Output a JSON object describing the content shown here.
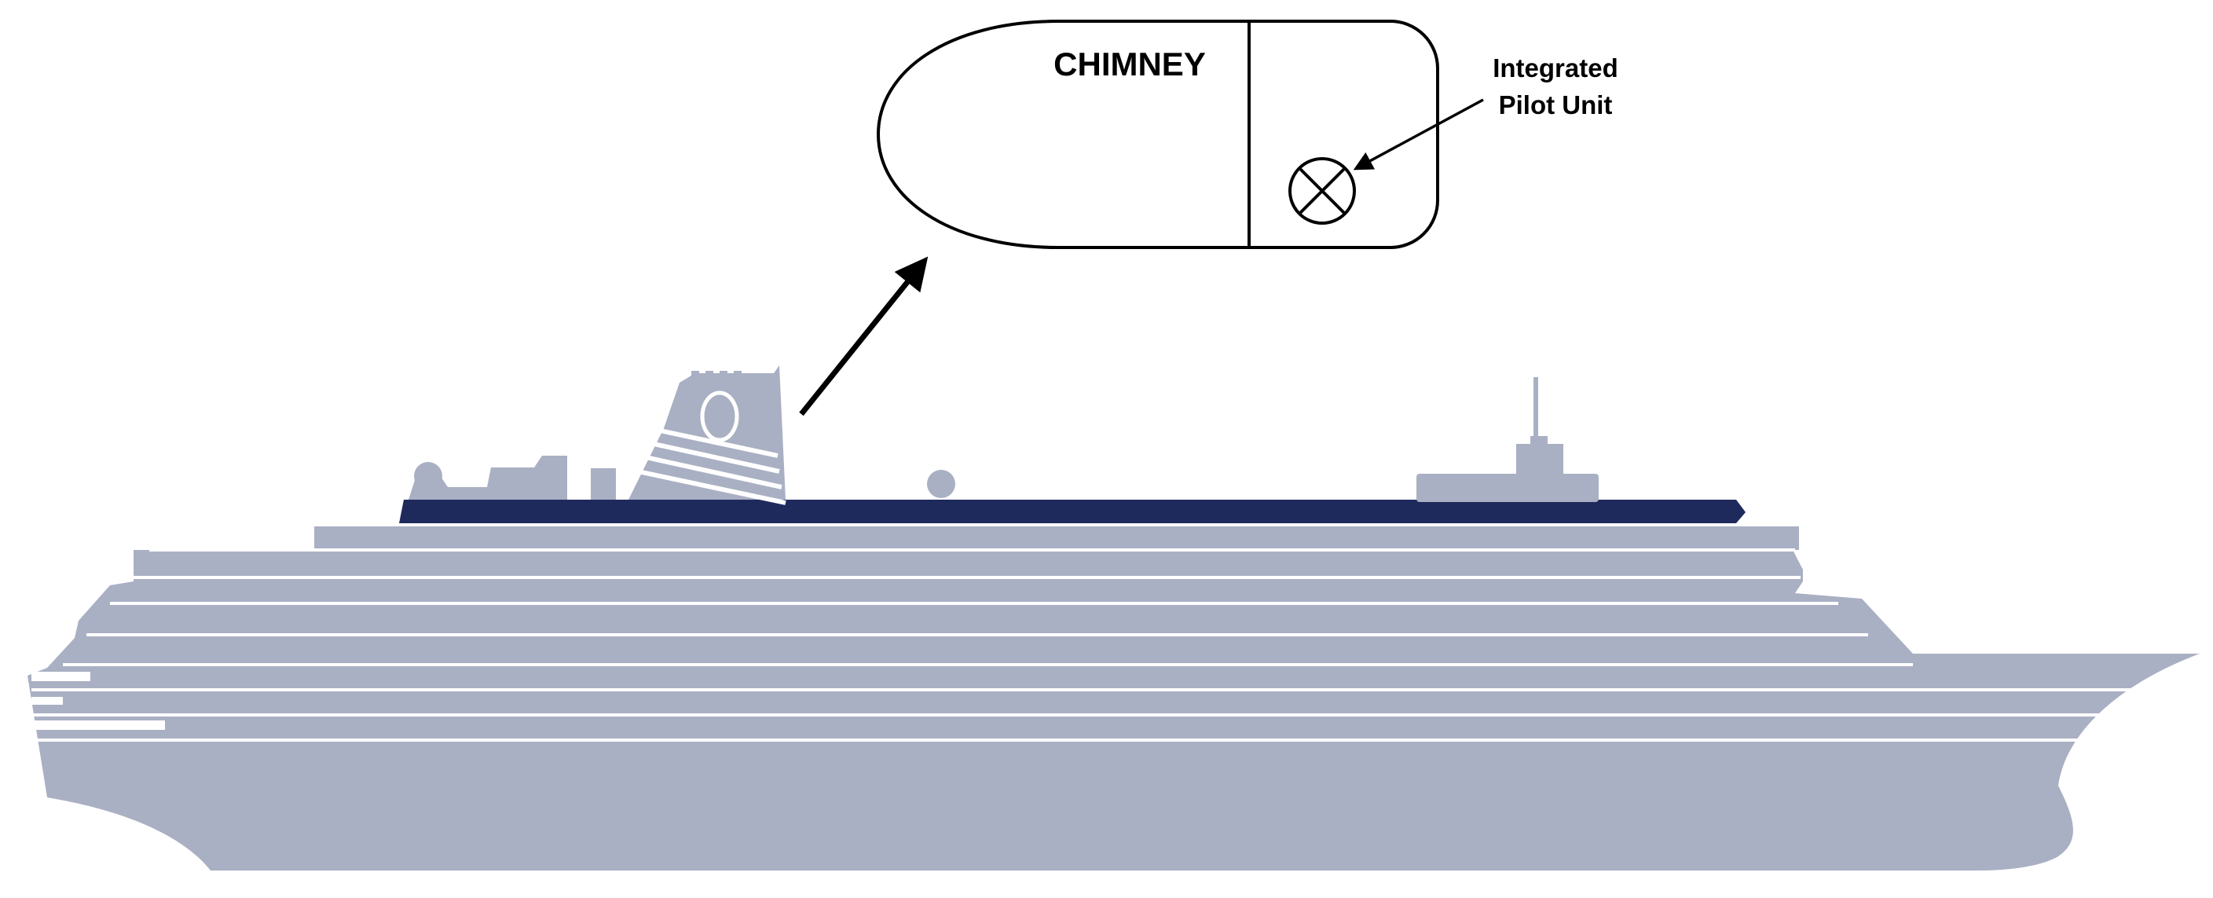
{
  "diagram": {
    "chimney_label": "CHIMNEY",
    "callout_line1": "Integrated",
    "callout_line2": "Pilot Unit",
    "symbols": {
      "pilot_unit": "circle-x-icon",
      "ship": "cruise-ship-silhouette"
    },
    "colors": {
      "hull": "#aab0c3",
      "deck_band": "#1f2a5c",
      "outline": "#000000",
      "background": "#ffffff"
    }
  }
}
